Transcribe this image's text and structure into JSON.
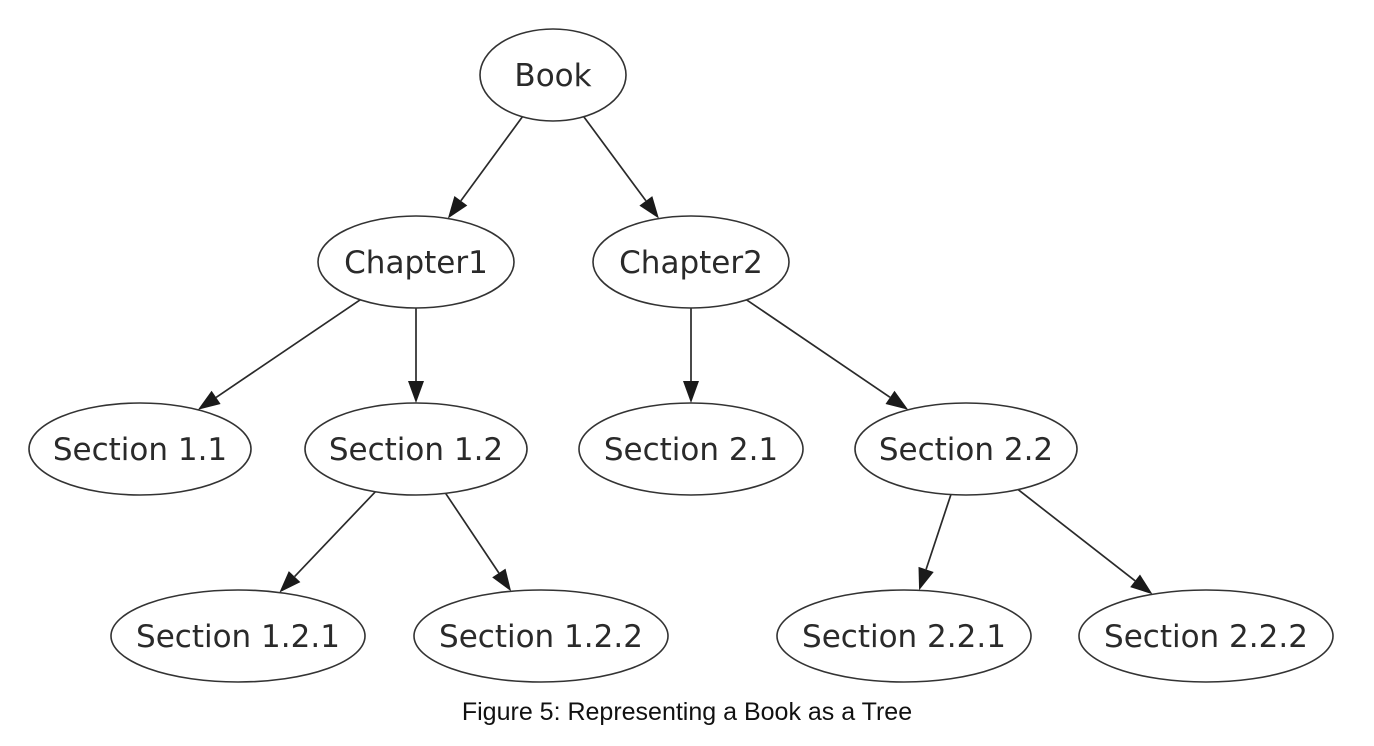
{
  "diagram": {
    "nodes": [
      {
        "id": "book",
        "label": "Book"
      },
      {
        "id": "chapter1",
        "label": "Chapter1"
      },
      {
        "id": "chapter2",
        "label": "Chapter2"
      },
      {
        "id": "section-1-1",
        "label": "Section 1.1"
      },
      {
        "id": "section-1-2",
        "label": "Section 1.2"
      },
      {
        "id": "section-2-1",
        "label": "Section 2.1"
      },
      {
        "id": "section-2-2",
        "label": "Section 2.2"
      },
      {
        "id": "section-1-2-1",
        "label": "Section 1.2.1"
      },
      {
        "id": "section-1-2-2",
        "label": "Section 1.2.2"
      },
      {
        "id": "section-2-2-1",
        "label": "Section 2.2.1"
      },
      {
        "id": "section-2-2-2",
        "label": "Section 2.2.2"
      }
    ],
    "edges": [
      {
        "from": "book",
        "to": "chapter1"
      },
      {
        "from": "book",
        "to": "chapter2"
      },
      {
        "from": "chapter1",
        "to": "section-1-1"
      },
      {
        "from": "chapter1",
        "to": "section-1-2"
      },
      {
        "from": "chapter2",
        "to": "section-2-1"
      },
      {
        "from": "chapter2",
        "to": "section-2-2"
      },
      {
        "from": "section-1-2",
        "to": "section-1-2-1"
      },
      {
        "from": "section-1-2",
        "to": "section-1-2-2"
      },
      {
        "from": "section-2-2",
        "to": "section-2-2-1"
      },
      {
        "from": "section-2-2",
        "to": "section-2-2-2"
      }
    ]
  },
  "caption": "Figure 5: Representing a Book as a Tree"
}
